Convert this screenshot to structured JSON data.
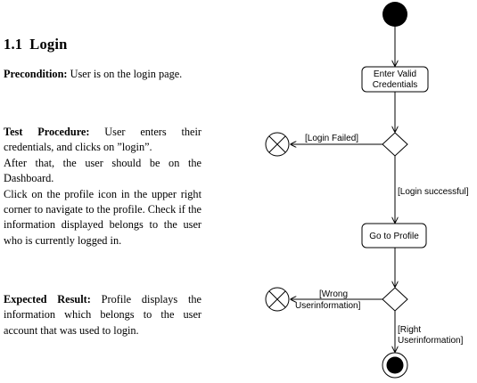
{
  "section": {
    "number": "1.1",
    "title": "Login"
  },
  "precondition": {
    "label": "Precondition:",
    "text": "User is on the login page."
  },
  "test_procedure": {
    "label": "Test Procedure:",
    "text1": "User enters their credentials, and clicks on ”login”.",
    "text2": "After that, the user should be on the Dashboard.",
    "text3": "Click on the profile icon in the upper right corner to navigate to the profile. Check if the information displayed belongs to the user who is currently logged in."
  },
  "expected_result": {
    "label": "Expected Result:",
    "text": "Profile displays the information which belongs to the user account that was used to login."
  },
  "diagram": {
    "action1_line1": "Enter Valid",
    "action1_line2": "Credentials",
    "guard_failed": "[Login Failed]",
    "guard_success": "[Login successful]",
    "action2": "Go to Profile",
    "guard_wrong_line1": "[Wrong",
    "guard_wrong_line2": "Userinformation]",
    "guard_right_line1": "[Right",
    "guard_right_line2": "Userinformation]"
  }
}
